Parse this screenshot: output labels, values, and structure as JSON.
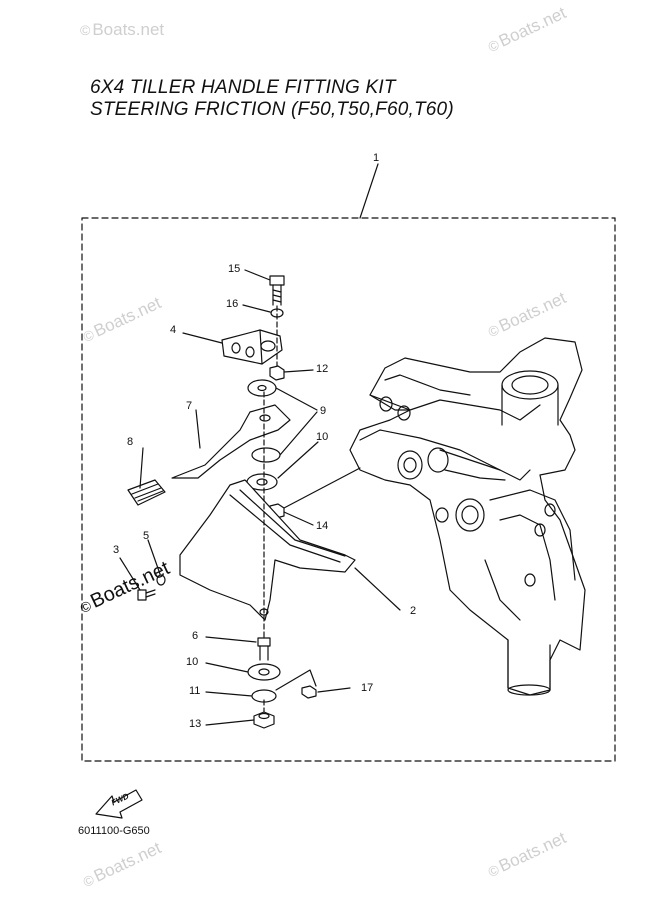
{
  "title": {
    "line1": "6X4 TILLER HANDLE FITTING KIT",
    "line2": "STEERING FRICTION (F50,T50,F60,T60)"
  },
  "watermark": {
    "text": "Boats.net",
    "symbol": "©"
  },
  "callouts": [
    "1",
    "2",
    "3",
    "4",
    "5",
    "6",
    "7",
    "8",
    "9",
    "10",
    "10",
    "11",
    "12",
    "13",
    "14",
    "15",
    "16",
    "17"
  ],
  "fwd_label": "FWD",
  "diagram_code": "6011100-G650",
  "colors": {
    "line": "#111111",
    "watermark": "#cfcfcf"
  }
}
